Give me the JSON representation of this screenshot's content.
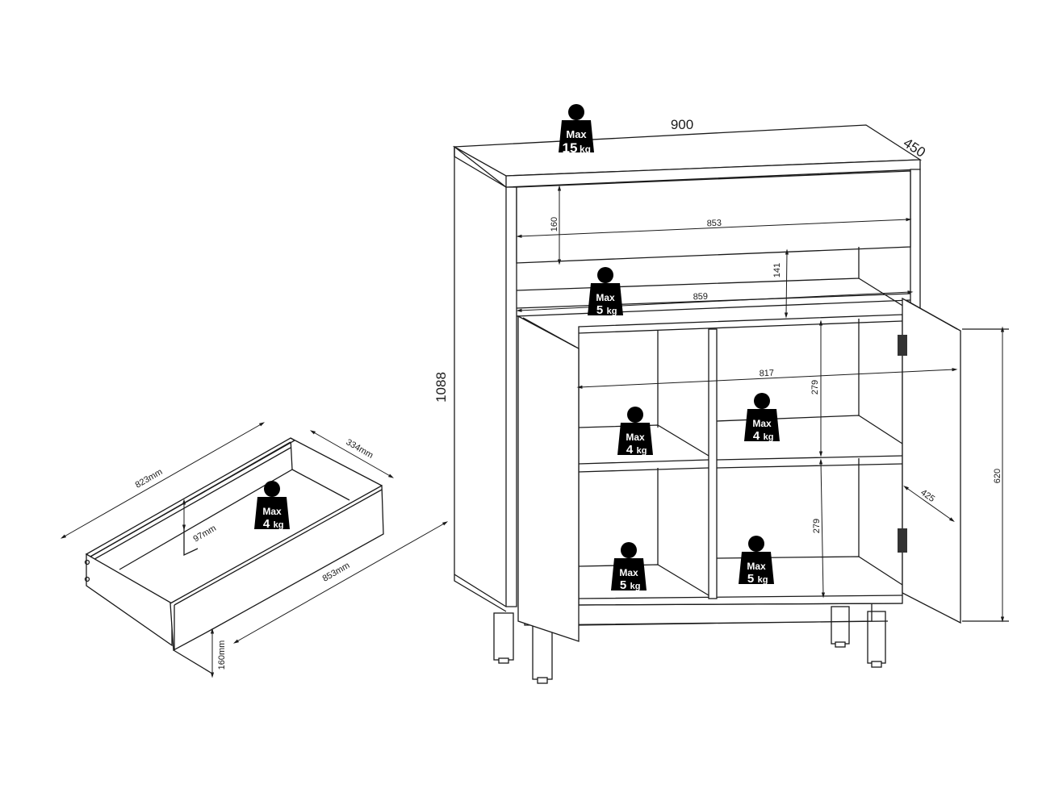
{
  "cabinet": {
    "dimensions": {
      "width": "900",
      "depth": "450",
      "height": "1088",
      "drawer_width": "853",
      "drawer_height": "160",
      "niche_height": "141",
      "niche_width": "859",
      "interior_width": "817",
      "compartment_height_upper": "279",
      "compartment_height_lower": "279",
      "interior_depth": "425",
      "door_height": "620"
    },
    "load_badges": [
      {
        "label": "Max",
        "value": "15",
        "unit": "kg"
      },
      {
        "label": "Max",
        "value": "5",
        "unit": "kg"
      },
      {
        "label": "Max",
        "value": "4",
        "unit": "kg"
      },
      {
        "label": "Max",
        "value": "4",
        "unit": "kg"
      },
      {
        "label": "Max",
        "value": "5",
        "unit": "kg"
      },
      {
        "label": "Max",
        "value": "5",
        "unit": "kg"
      }
    ]
  },
  "drawer": {
    "dimensions": {
      "inner_length": "823mm",
      "inner_depth": "334mm",
      "front_length": "853mm",
      "inner_height": "97mm",
      "front_height": "160mm"
    },
    "load_badge": {
      "label": "Max",
      "value": "4",
      "unit": "kg"
    }
  },
  "colors": {
    "line": "#1a1a1a",
    "badge": "#000000",
    "background": "#ffffff"
  }
}
